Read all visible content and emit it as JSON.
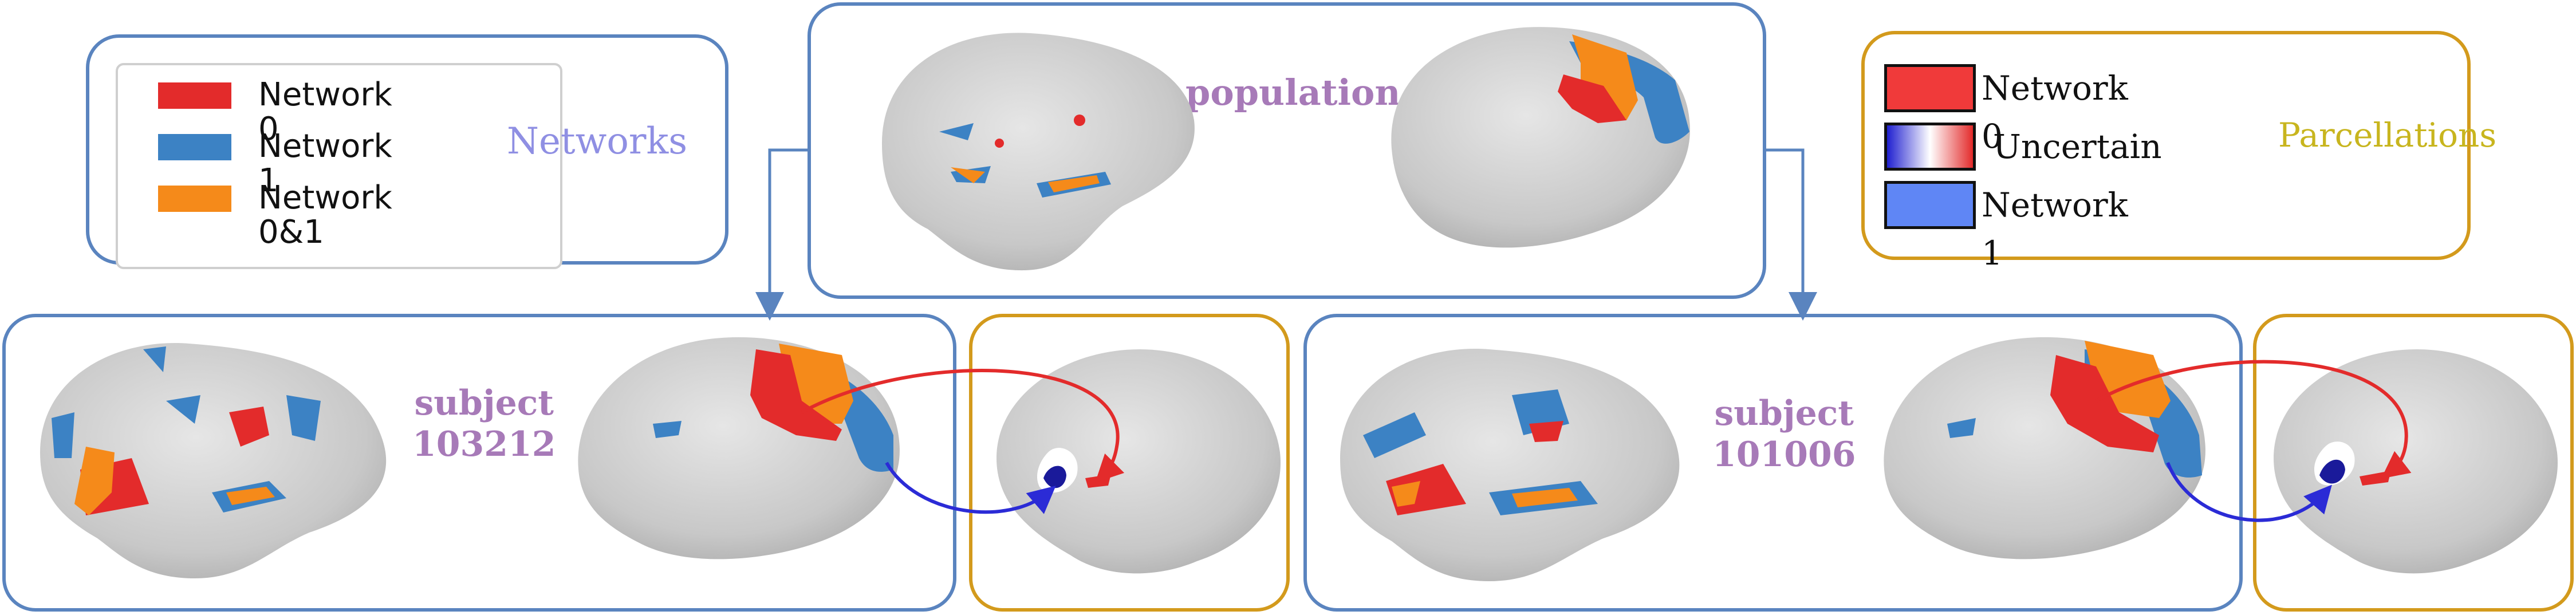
{
  "colors": {
    "network0": "#e32b2b",
    "network1": "#3c82c4",
    "network01": "#f58a1a",
    "uncertain_low": "#2b2bd6",
    "uncertain_high": "#e32b2b",
    "panel_blue": "#5a84bf",
    "panel_gold": "#d39a1c",
    "title_purple": "#a77ab8",
    "networks_label": "#8f8fe3",
    "parcellations_label": "#c8b51e",
    "brain": "#cfcfcf"
  },
  "networks_panel": {
    "label": "Networks",
    "legend": [
      {
        "label": "Network 0",
        "color": "#e32b2b"
      },
      {
        "label": "Network 1",
        "color": "#3c82c4"
      },
      {
        "label": "Network 0&1",
        "color": "#f58a1a"
      }
    ]
  },
  "population_panel": {
    "title": "population"
  },
  "parcellations_panel": {
    "label": "Parcellations",
    "legend": [
      {
        "label": "Network 0",
        "swatch": "network0"
      },
      {
        "label": "Uncertain",
        "swatch": "uncertain"
      },
      {
        "label": "Network 1",
        "swatch": "network1"
      }
    ]
  },
  "subjects": [
    {
      "title_line1": "subject",
      "title_line2": "103212"
    },
    {
      "title_line1": "subject",
      "title_line2": "101006"
    }
  ]
}
